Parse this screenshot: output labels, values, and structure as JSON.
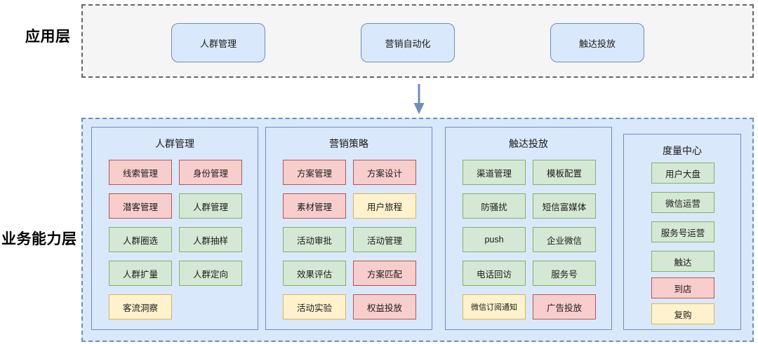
{
  "layers": {
    "application": {
      "label": "应用层",
      "cards": [
        {
          "label": "人群管理"
        },
        {
          "label": "营销自动化"
        },
        {
          "label": "触达投放"
        }
      ]
    },
    "business": {
      "label": "业务能力层",
      "groups": [
        {
          "title": "人群管理",
          "cards": [
            {
              "label": "线索管理",
              "color": "red",
              "col": 0,
              "row": 0
            },
            {
              "label": "身份管理",
              "color": "red",
              "col": 1,
              "row": 0
            },
            {
              "label": "潜客管理",
              "color": "red",
              "col": 0,
              "row": 1
            },
            {
              "label": "人群管理",
              "color": "green",
              "col": 1,
              "row": 1
            },
            {
              "label": "人群圈选",
              "color": "green",
              "col": 0,
              "row": 2
            },
            {
              "label": "人群抽样",
              "color": "green",
              "col": 1,
              "row": 2
            },
            {
              "label": "人群扩量",
              "color": "green",
              "col": 0,
              "row": 3
            },
            {
              "label": "人群定向",
              "color": "green",
              "col": 1,
              "row": 3
            },
            {
              "label": "客流洞察",
              "color": "yellow",
              "col": 0,
              "row": 4
            }
          ]
        },
        {
          "title": "营销策略",
          "cards": [
            {
              "label": "方案管理",
              "color": "red",
              "col": 0,
              "row": 0
            },
            {
              "label": "方案设计",
              "color": "red",
              "col": 1,
              "row": 0
            },
            {
              "label": "素材管理",
              "color": "red",
              "col": 0,
              "row": 1
            },
            {
              "label": "用户旅程",
              "color": "yellow",
              "col": 1,
              "row": 1
            },
            {
              "label": "活动审批",
              "color": "green",
              "col": 0,
              "row": 2
            },
            {
              "label": "活动管理",
              "color": "green",
              "col": 1,
              "row": 2
            },
            {
              "label": "效果评估",
              "color": "green",
              "col": 0,
              "row": 3
            },
            {
              "label": "方案匹配",
              "color": "red",
              "col": 1,
              "row": 3
            },
            {
              "label": "活动实验",
              "color": "yellow",
              "col": 0,
              "row": 4
            },
            {
              "label": "权益投放",
              "color": "red",
              "col": 1,
              "row": 4
            }
          ]
        },
        {
          "title": "触达投放",
          "cards": [
            {
              "label": "渠道管理",
              "color": "green",
              "col": 0,
              "row": 0
            },
            {
              "label": "模板配置",
              "color": "green",
              "col": 1,
              "row": 0
            },
            {
              "label": "防骚扰",
              "color": "green",
              "col": 0,
              "row": 1
            },
            {
              "label": "短信富媒体",
              "color": "green",
              "col": 1,
              "row": 1
            },
            {
              "label": "push",
              "color": "green",
              "col": 0,
              "row": 2
            },
            {
              "label": "企业微信",
              "color": "green",
              "col": 1,
              "row": 2
            },
            {
              "label": "电话回访",
              "color": "green",
              "col": 0,
              "row": 3
            },
            {
              "label": "服务号",
              "color": "green",
              "col": 1,
              "row": 3
            },
            {
              "label": "微信订阅通知",
              "color": "yellow",
              "col": 0,
              "row": 4,
              "small": true
            },
            {
              "label": "广告投放",
              "color": "red",
              "col": 1,
              "row": 4
            }
          ]
        },
        {
          "title": "度量中心",
          "cards": [
            {
              "label": "用户大盘",
              "color": "green",
              "col": 0,
              "row": 0
            },
            {
              "label": "微信运营",
              "color": "green",
              "col": 0,
              "row": 1
            },
            {
              "label": "服务号运营",
              "color": "green",
              "col": 0,
              "row": 2
            },
            {
              "label": "触达",
              "color": "green",
              "col": 0,
              "row": 3
            },
            {
              "label": "到店",
              "color": "red",
              "col": 0,
              "row": 4
            },
            {
              "label": "复购",
              "color": "yellow",
              "col": 0,
              "row": 5
            }
          ]
        }
      ]
    }
  },
  "flow": {
    "arrow_icon": "down-arrow-icon"
  },
  "colors": {
    "blue_fill": "#dae8fc",
    "blue_stroke": "#6c8ebf",
    "red_fill": "#f8cecc",
    "red_stroke": "#b85450",
    "green_fill": "#d5e8d4",
    "green_stroke": "#82b366",
    "yellow_fill": "#fff2cc",
    "yellow_stroke": "#d6b656",
    "gray_fill": "#f5f5f5",
    "gray_stroke": "#666666"
  }
}
